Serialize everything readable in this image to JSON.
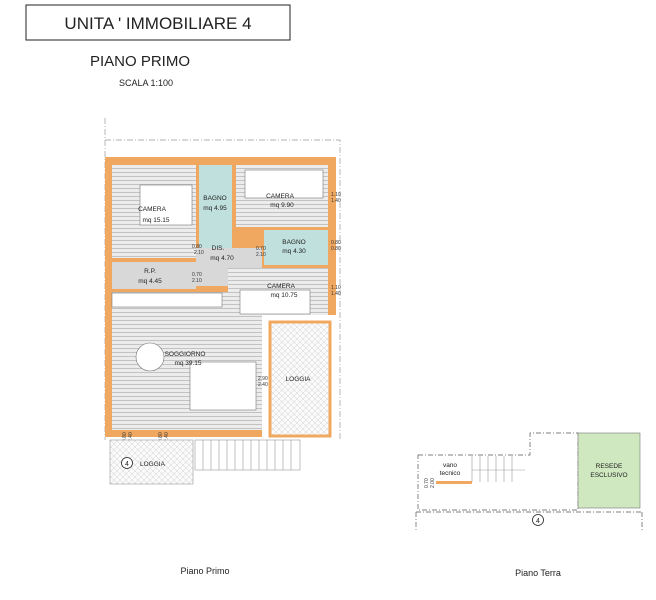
{
  "header": {
    "unit_title": "UNITA ' IMMOBILIARE  4",
    "floor_title": "PIANO PRIMO",
    "scale": "SCALA 1:100"
  },
  "colors": {
    "wall": "#f0a860",
    "bath": "#bfe0dc",
    "service": "#d8d8d8",
    "floor": "#e6e6e6",
    "garden": "#cfe8c0"
  },
  "rooms": [
    {
      "name": "CAMERA",
      "area": "mq 15.15"
    },
    {
      "name": "BAGNO",
      "area": "mq 4.95"
    },
    {
      "name": "CAMERA",
      "area": "mq 9.90"
    },
    {
      "name": "BAGNO",
      "area": "mq 4.30"
    },
    {
      "name": "DIS.",
      "area": "mq 4.70"
    },
    {
      "name": "R.P.",
      "area": "mq 4.45"
    },
    {
      "name": "CAMERA",
      "area": "mq 10.75"
    },
    {
      "name": "SOGGIORNO",
      "area": "mq 39.15"
    },
    {
      "name": "LOGGIA",
      "area": ""
    },
    {
      "name": "LOGGIA",
      "area": ""
    }
  ],
  "dimensions": [
    "1.10",
    "1.40",
    "0.80",
    "0.80",
    "1.10",
    "1.40",
    "2.90",
    "2.40",
    "0.80",
    "2.10",
    "0.70",
    "2.10",
    "0.70",
    "2.10",
    "0.80",
    "2.40",
    "0.80",
    "2.40",
    "0.70",
    "2.00"
  ],
  "unit_number": "4",
  "ground": {
    "technical_room": [
      "vano",
      "tecnico"
    ],
    "garden": [
      "RESEDE",
      "ESCLUSIVO"
    ],
    "unit_number": "4"
  },
  "captions": {
    "first_floor": "Piano Primo",
    "ground_floor": "Piano Terra"
  }
}
